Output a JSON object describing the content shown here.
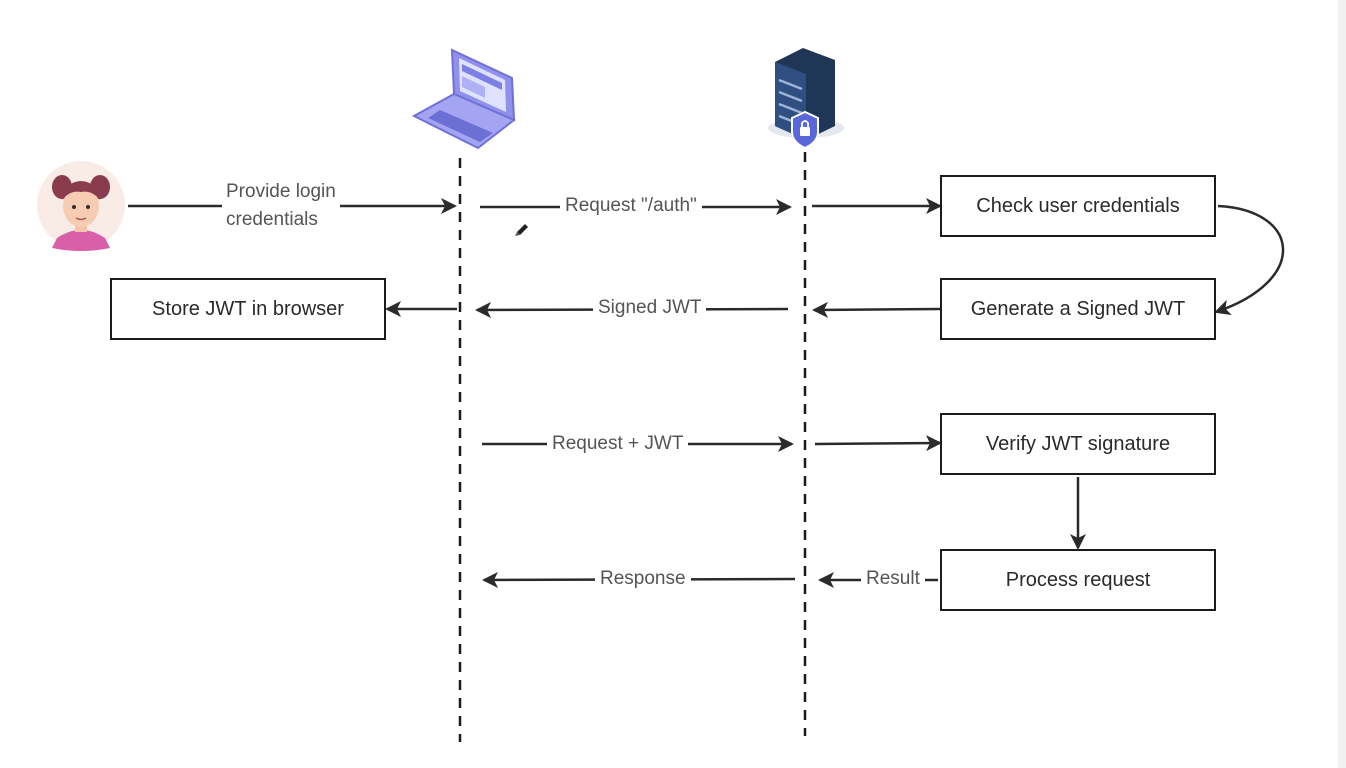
{
  "diagram": {
    "actors": [
      {
        "id": "user",
        "icon": "user-avatar-icon"
      },
      {
        "id": "browser",
        "icon": "laptop-icon"
      },
      {
        "id": "server",
        "icon": "secure-server-icon"
      }
    ],
    "messages": {
      "login": "Provide login\ncredentials",
      "auth": "Request \"/auth\"",
      "signed": "Signed JWT",
      "req_jwt": "Request + JWT",
      "response": "Response",
      "result": "Result"
    },
    "boxes": {
      "check": "Check user credentials",
      "generate": "Generate a Signed JWT",
      "store": "Store JWT in browser",
      "verify": "Verify JWT signature",
      "process": "Process request"
    },
    "colors": {
      "line": "#2b2b2b",
      "laptop": "#9b9cf0",
      "server": "#243c66",
      "shield": "#5a67d8",
      "avatar_hair": "#8a3b4e",
      "avatar_shirt": "#d95fa8"
    }
  }
}
